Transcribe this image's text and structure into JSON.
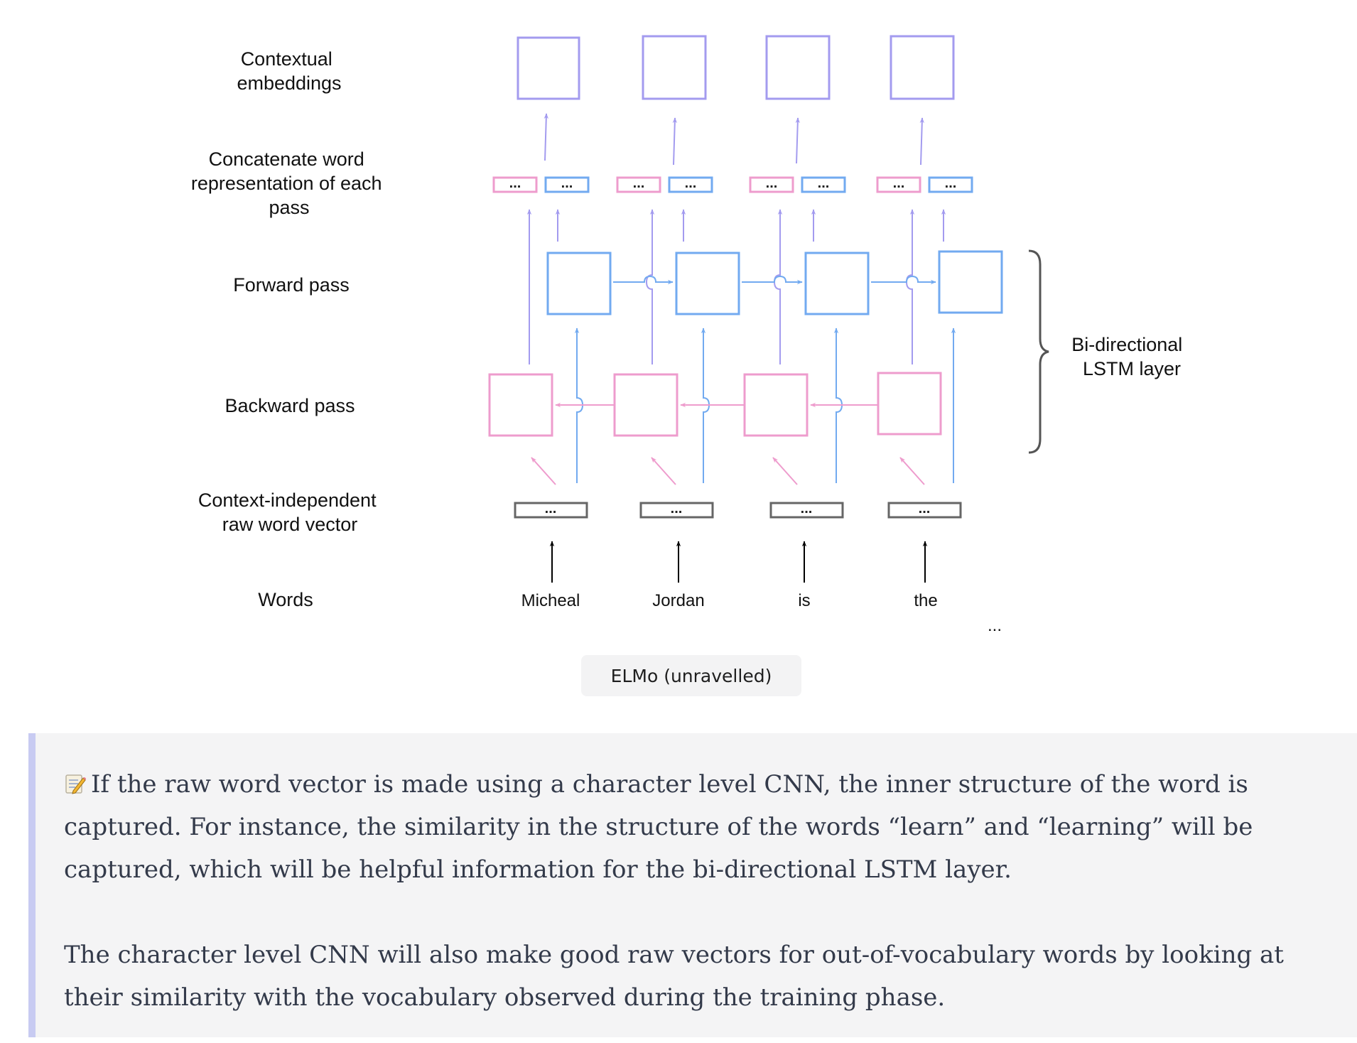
{
  "diagram": {
    "row_labels": {
      "contextual": [
        "Contextual",
        "embeddings"
      ],
      "concatenate": [
        "Concatenate word",
        "representation of each",
        "pass"
      ],
      "forward": [
        "Forward pass"
      ],
      "backward": [
        "Backward pass"
      ],
      "raw": [
        "Context-independent",
        "raw word vector"
      ],
      "words": [
        "Words"
      ]
    },
    "words": [
      "Micheal",
      "Jordan",
      "is",
      "the"
    ],
    "box_dots": "...",
    "trailing_dots": "...",
    "bracket_label": [
      "Bi-directional",
      "LSTM layer"
    ],
    "colors": {
      "contextual": "#a39bef",
      "forward": "#72aaf0",
      "backward": "#ee9ccd",
      "raw": "#666666",
      "arrow_black": "#000000",
      "bracket": "#555555"
    }
  },
  "caption": "ELMo (unravelled)",
  "note": {
    "icon": "memo-icon",
    "paragraphs": [
      "If the raw word vector is made using a character level CNN, the inner structure of the word is captured. For instance, the similarity in the structure of the words “learn” and “learning” will be captured, which will be helpful information for the bi-directional LSTM layer.",
      "The character level CNN will also make good raw vectors for out-of-vocabulary words by looking at their similarity with the vocabulary observed during the training phase."
    ]
  }
}
